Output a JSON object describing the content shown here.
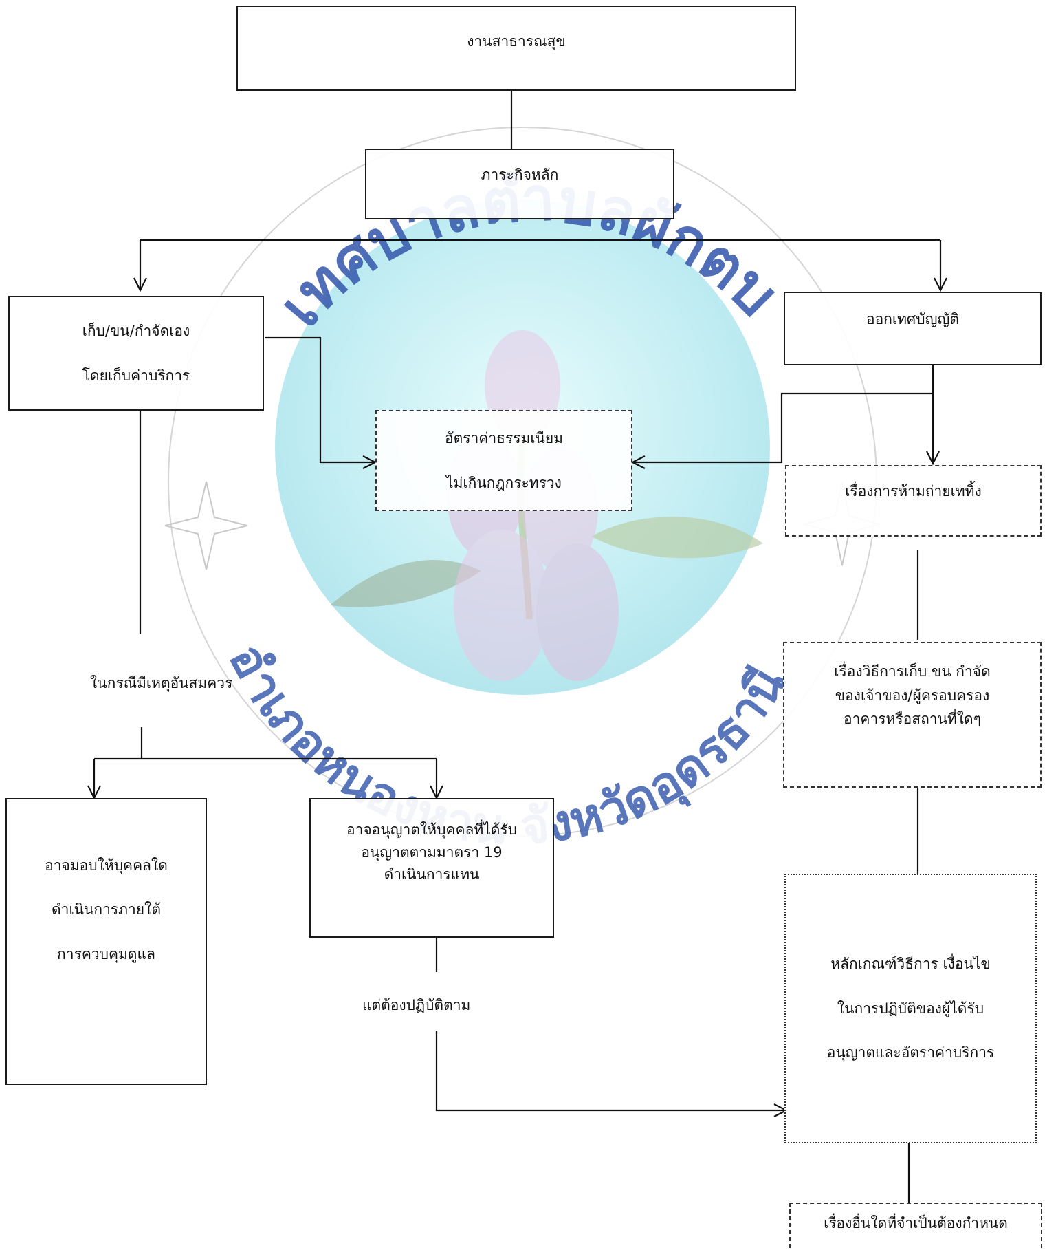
{
  "top": {
    "label": "งานสาธารณสุข"
  },
  "main_task": {
    "label": "ภาระกิจหลัก"
  },
  "left_branch": {
    "line1": "เก็บ/ขน/กำจัดเอง",
    "line2": "โดยเก็บค่าบริการ"
  },
  "right_branch": {
    "label": "ออกเทศบัญญัติ"
  },
  "fee_box": {
    "line1": "อัตราค่าธรรมเนียม",
    "line2": "ไม่เกินกฎกระทรวง"
  },
  "prohibit_box": {
    "label": "เรื่องการห้ามถ่ายเททิ้ง"
  },
  "method_box": {
    "line1": "เรื่องวิธีการเก็บ ขน กำจัด",
    "line2": "ของเจ้าของ/ผู้ครอบครอง",
    "line3": "อาคารหรือสถานที่ใดๆ"
  },
  "reason_label": "ในกรณีมีเหตุอันสมควร",
  "assign_box": {
    "line1": "อาจมอบให้บุคคลใด",
    "line2": "ดำเนินการภายใต้",
    "line3": "การควบคุมดูแล"
  },
  "permit_box": {
    "line1": "อาจอนุญาตให้บุคคลที่ได้รับ",
    "line2": "อนุญาตตามมาตรา 19",
    "line3": "ดำเนินการแทน"
  },
  "comply_label": "แต่ต้องปฏิบัติตาม",
  "criteria_box": {
    "line1": "หลักเกณฑ์วิธีการ เงื่อนไข",
    "line2": "ในการปฏิบัติของผู้ได้รับ",
    "line3": "อนุญาตและอัตราค่าบริการ"
  },
  "other_box": {
    "label": "เรื่องอื่นใดที่จำเป็นต้องกำหนด"
  },
  "watermark": {
    "arc_top": "เทศบาลตำบลผักตบ",
    "arc_bottom": "อำเภอหนองหาน จังหวัดอุดรธานี",
    "sky_color": "#bfeaf0",
    "text_color": "#3d5fb0",
    "star_icon": "four-point-star"
  }
}
